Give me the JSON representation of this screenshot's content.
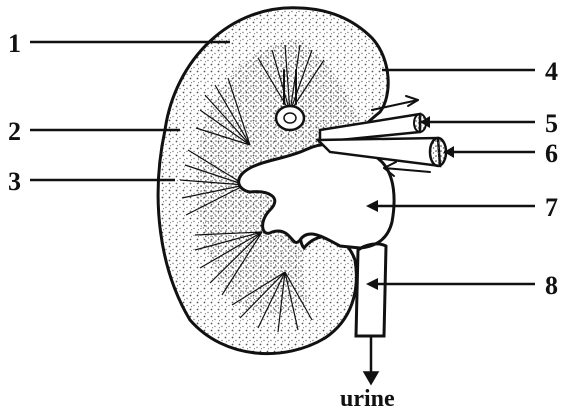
{
  "labels": {
    "n1": "1",
    "n2": "2",
    "n3": "3",
    "n4": "4",
    "n5": "5",
    "n6": "6",
    "n7": "7",
    "n8": "8"
  },
  "caption": "urine",
  "colors": {
    "ink": "#111111",
    "paper": "#ffffff",
    "stipple": "#6b6b6b"
  }
}
